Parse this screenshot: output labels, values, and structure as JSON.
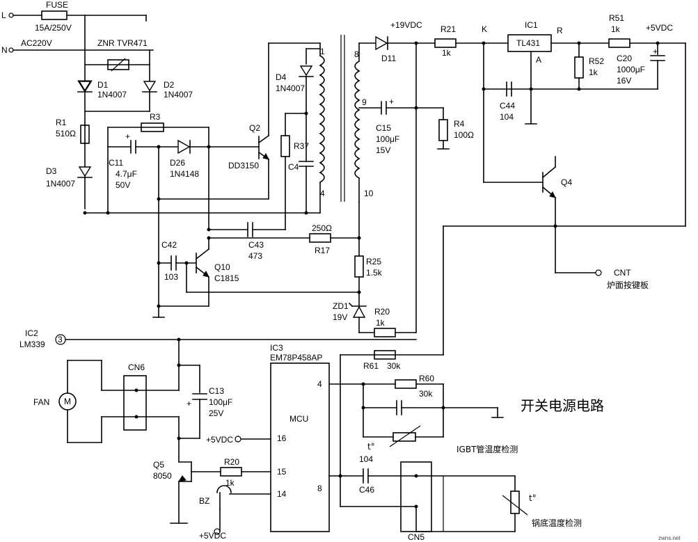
{
  "labels": {
    "L": "L",
    "N": "N",
    "fuse_name": "FUSE",
    "fuse_rating": "15A/250V",
    "ac_input": "AC220V",
    "znr": "ZNR  TVR471",
    "d1": "D1",
    "d1_part": "1N4007",
    "d2": "D2",
    "d2_part": "1N4007",
    "r1": "R1",
    "r1_val": "510Ω",
    "d3": "D3",
    "d3_part": "1N4007",
    "r3": "R3",
    "c11": "C11",
    "c11_cap": "4.7μF",
    "c11_volt": "50V",
    "d26": "D26",
    "d26_part": "1N4148",
    "q2": "Q2",
    "q2_part": "DD3150",
    "d4": "D4",
    "d4_part": "1N4007",
    "r37": "R37",
    "c4": "C4",
    "t_pin1": "1",
    "t_pin4": "4",
    "t_pin8": "8",
    "t_pin9": "9",
    "t_pin10": "10",
    "c42": "C42",
    "c42_val": "103",
    "q10": "Q10",
    "q10_part": "C1815",
    "c43": "C43",
    "c43_val": "473",
    "r17_val": "250Ω",
    "r17": "R17",
    "r25": "R25",
    "r25_val": "1.5k",
    "zd1": "ZD1",
    "zd1_val": "19V",
    "r20_top": "R20",
    "r20_top_val": "1k",
    "plus19": "+19VDC",
    "d11": "D11",
    "r21": "R21",
    "r21_val": "1k",
    "c15": "C15",
    "c15_cap": "100μF",
    "c15_volt": "15V",
    "r4": "R4",
    "r4_val": "100Ω",
    "k": "K",
    "ic1": "IC1",
    "tl431": "TL431",
    "r_pin": "R",
    "a_pin": "A",
    "r51": "R51",
    "r51_val": "1k",
    "plus5_top": "+5VDC",
    "r52": "R52",
    "r52_val": "1k",
    "c20": "C20",
    "c20_cap": "1000μF",
    "c20_volt": "16V",
    "c44": "C44",
    "c44_val": "104",
    "q4": "Q4",
    "cnt": "CNT",
    "cnt_desc": "炉面按键板",
    "ic2": "IC2",
    "lm339": "LM339",
    "ic2_pin": "3",
    "ic3": "IC3",
    "mcu_part": "EM78P458AP",
    "mcu": "MCU",
    "pin4": "4",
    "pin16": "16",
    "pin15": "15",
    "pin14": "14",
    "pin8": "8",
    "r61": "R61",
    "r61_val": "30k",
    "r60": "R60",
    "r60_val": "30k",
    "section_title": "开关电源电路",
    "t_deg1": "t°",
    "igbt_sense": "IGBT管温度检测",
    "c46_val": "104",
    "c46": "C46",
    "cn5": "CN5",
    "t_deg2": "t°",
    "pot_sense": "锅底温度检测",
    "cn6": "CN6",
    "fan": "FAN",
    "motor": "M",
    "c13": "C13",
    "c13_cap": "100μF",
    "c13_volt": "25V",
    "plus5_mcu": "+5VDC",
    "q5": "Q5",
    "q5_part": "8050",
    "r20_bot": "R20",
    "r20_bot_val": "1k",
    "bz": "BZ",
    "plus5_bz": "+5VDC",
    "watermark": "zwns.net"
  }
}
